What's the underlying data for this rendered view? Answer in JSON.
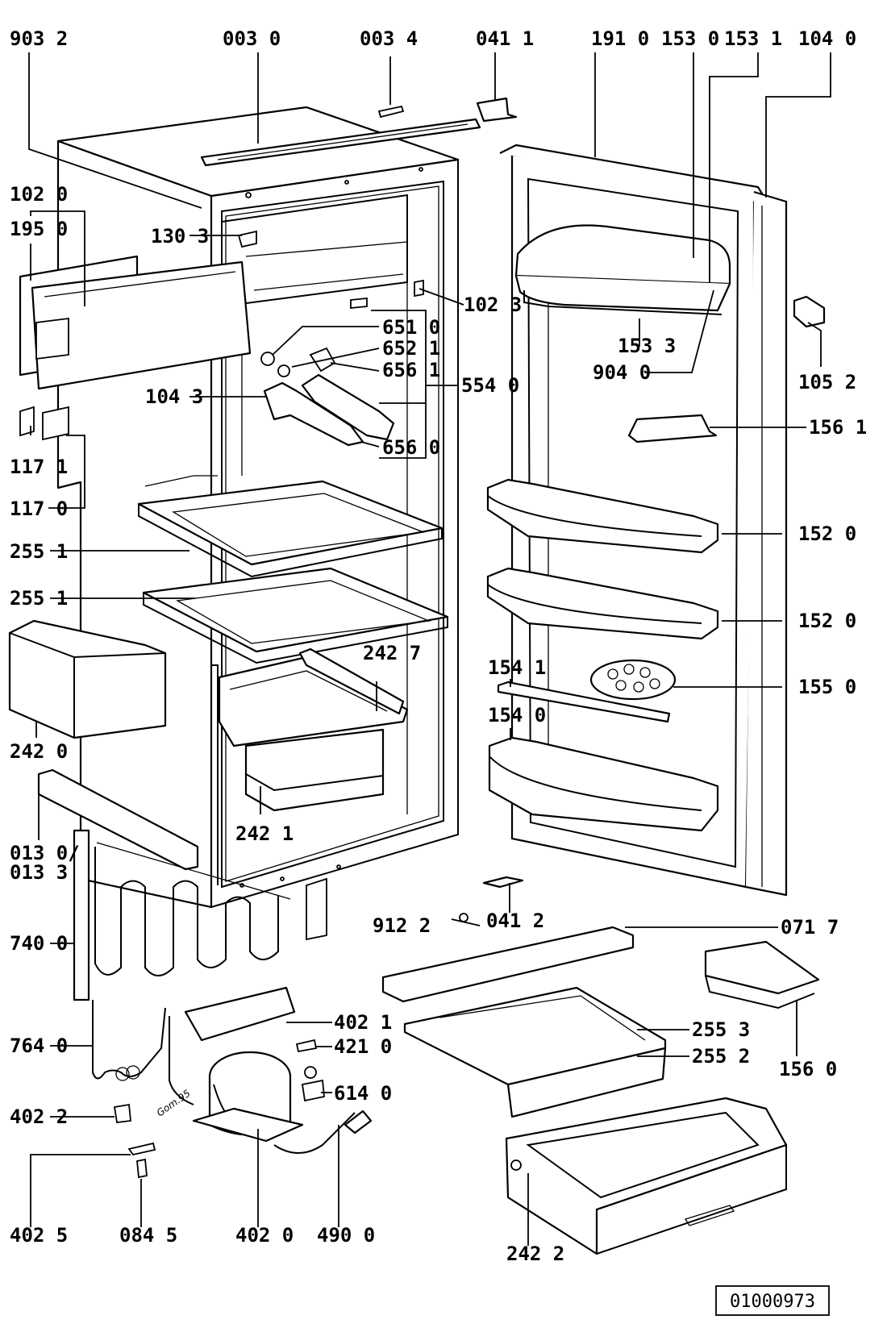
{
  "diagram": {
    "labels": {
      "l9032": "903 2",
      "l0030": "003 0",
      "l0034": "003 4",
      "l0411": "041 1",
      "l1910": "191 0",
      "l1530": "153 0",
      "l1531": "153 1",
      "l1040": "104 0",
      "l1020": "102 0",
      "l1950": "195 0",
      "l1303": "130 3",
      "l1023": "102 3",
      "l6510": "651 0",
      "l6521": "652 1",
      "l6561": "656 1",
      "l5540": "554 0",
      "l1043": "104 3",
      "l6560": "656 0",
      "l1533": "153 3",
      "l9040": "904 0",
      "l1052": "105 2",
      "l1561": "156 1",
      "l1171": "117 1",
      "l1170": "117 0",
      "l2551a": "255 1",
      "l2551b": "255 1",
      "l1520a": "152 0",
      "l1520b": "152 0",
      "l2427": "242 7",
      "l1541": "154 1",
      "l1550": "155 0",
      "l1540": "154 0",
      "l2420": "242 0",
      "l2421": "242 1",
      "l0130": "013 0/",
      "l0133": "013 3",
      "l0412": "041 2",
      "l9122": "912 2",
      "l0717": "071 7",
      "l7400": "740 0",
      "l4021": "402 1",
      "l4210": "421 0",
      "l2553": "255 3",
      "l2552": "255 2",
      "l1560": "156 0",
      "l7640": "764 0",
      "l6140": "614 0",
      "l4022": "402 2",
      "l4025": "402 5",
      "l0845": "084 5",
      "l4020": "402 0",
      "l4900": "490 0",
      "l2422": "242 2"
    },
    "signature": "Gom.95",
    "drawing_number": "01000973"
  }
}
